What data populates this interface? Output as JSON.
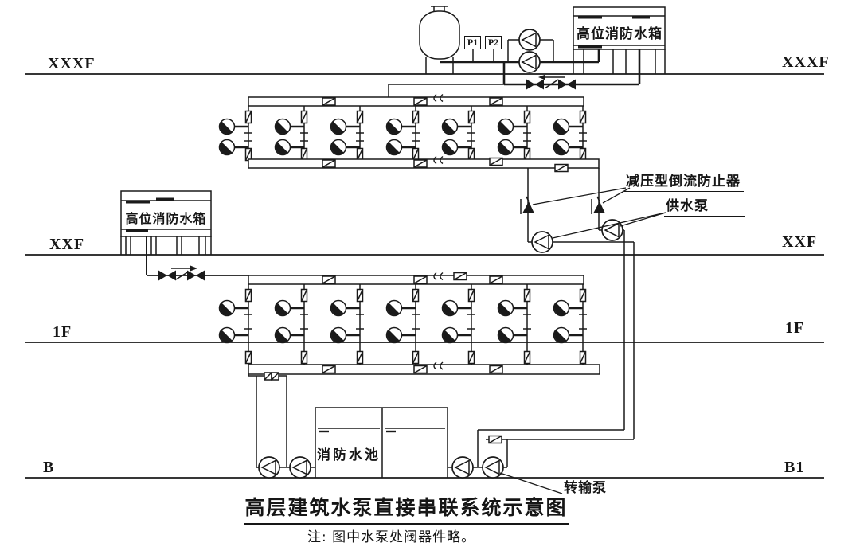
{
  "diagram": {
    "title": "高层建筑水泵直接串联系统示意图",
    "note": "注: 图中水泵处阀器件略。",
    "floors": {
      "roof_left": "XXXF",
      "roof_right": "XXXF",
      "mid_left": "XXF",
      "mid_right": "XXF",
      "first_left": "1F",
      "first_right": "1F",
      "basement_left": "B",
      "basement_right": "B1"
    },
    "equipment": {
      "roof_tank": "高位消防水箱",
      "mid_tank": "高位消防水箱",
      "pool": "消防水池",
      "backflow_preventer": "减压型倒流防止器",
      "supply_pump": "供水泵",
      "transfer_pump": "转输泵",
      "pressure_switch_1": "P1",
      "pressure_switch_2": "P2"
    },
    "colors": {
      "line": "#1a1a1a",
      "background": "#ffffff"
    }
  }
}
